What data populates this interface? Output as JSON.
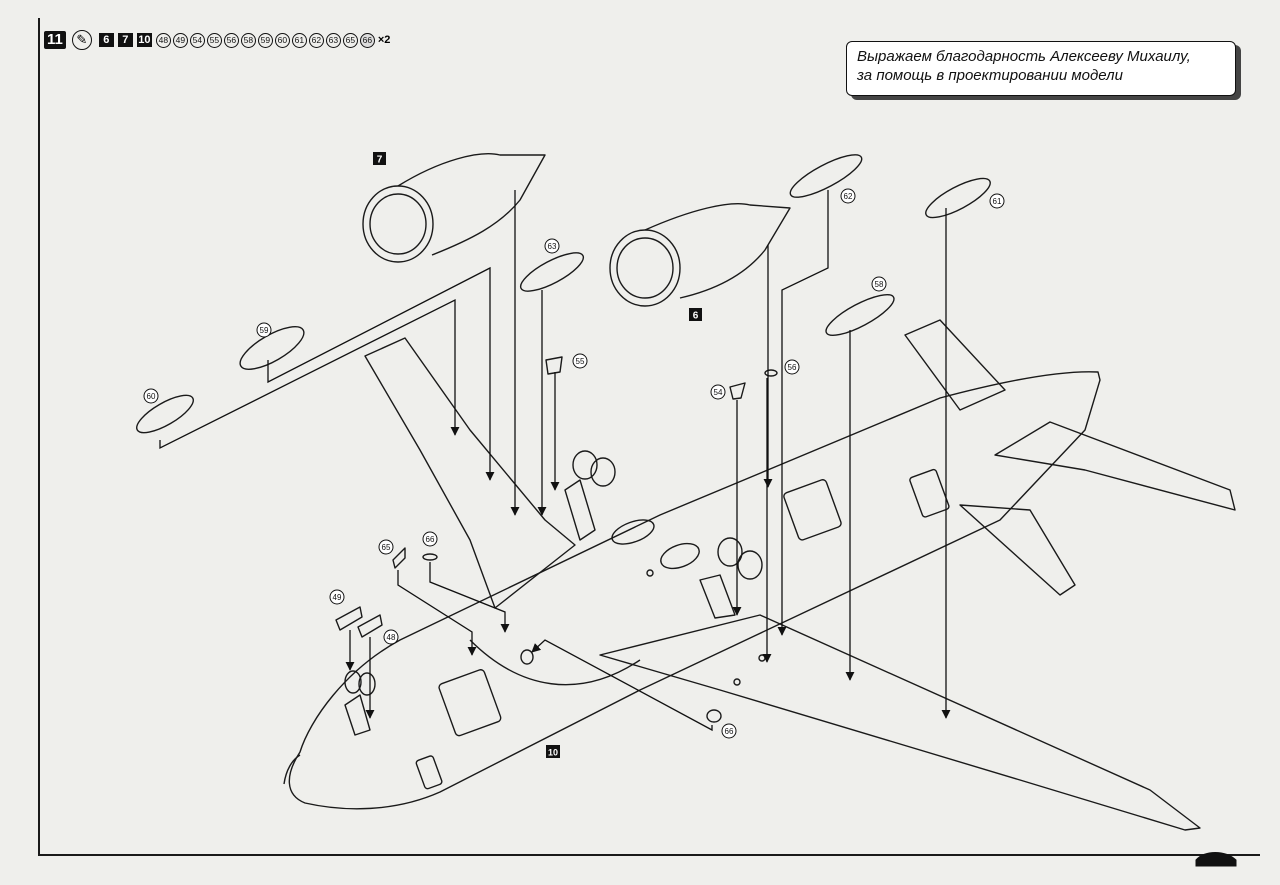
{
  "step": {
    "number": "11",
    "glue_symbol": "glue-tube-icon",
    "group_refs": [
      "6",
      "7",
      "10"
    ],
    "parts": [
      "48",
      "49",
      "54",
      "55",
      "56",
      "58",
      "59",
      "60",
      "61",
      "62",
      "63",
      "65",
      "66"
    ],
    "multiplier": "×2"
  },
  "note": {
    "line1": "Выражаем благодарность Алексееву Михаилу,",
    "line2": "за помощь в проектировании модели"
  },
  "callouts": {
    "engine_left": "7",
    "engine_right": "6",
    "fuselage": "10",
    "p48": "48",
    "p49": "49",
    "p54": "54",
    "p55": "55",
    "p56": "56",
    "p58": "58",
    "p59": "59",
    "p60": "60",
    "p61": "61",
    "p62": "62",
    "p63": "63",
    "p65": "65",
    "p66a": "66",
    "p66b": "66"
  },
  "colors": {
    "ink": "#1a1a1a",
    "paper": "#efefec"
  }
}
